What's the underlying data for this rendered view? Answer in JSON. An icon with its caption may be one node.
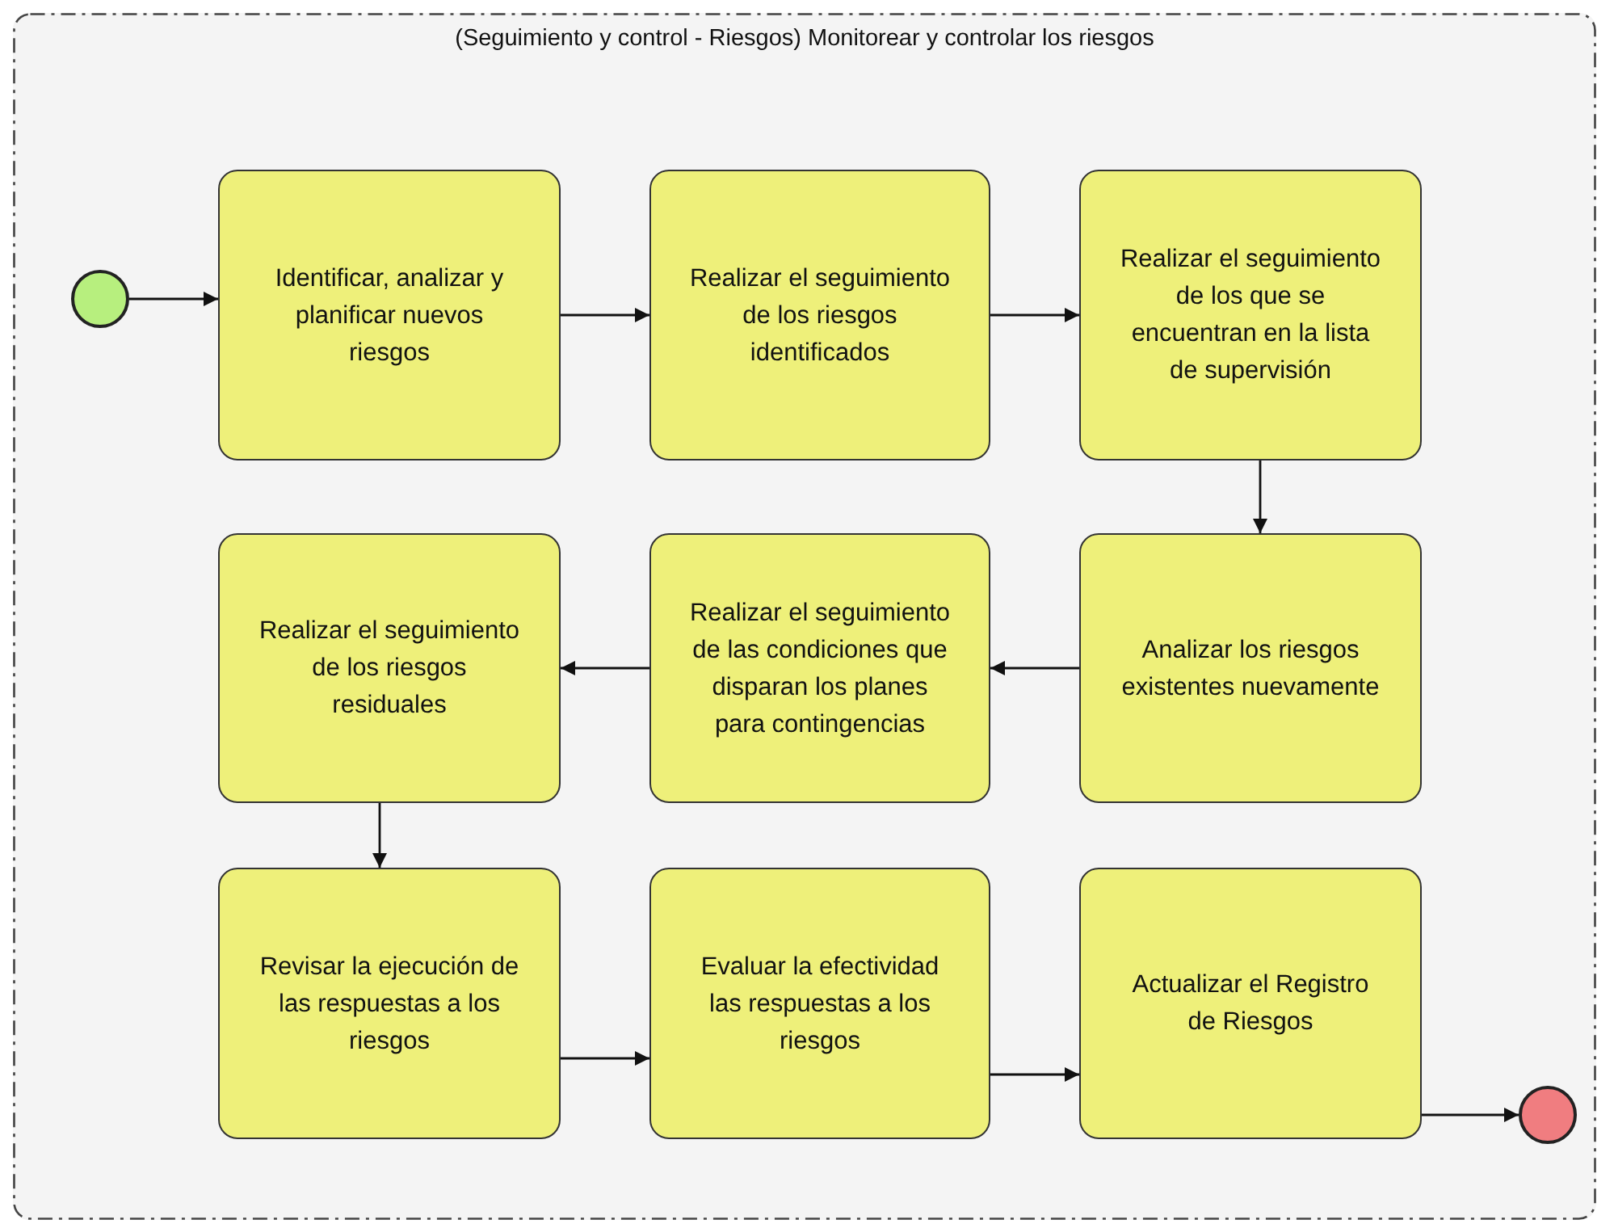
{
  "diagram": {
    "nodes": [
      {
        "text": [
          "(Seguimiento y control - Riesgos) Monitorear y controlar los riesgos"
        ]
      },
      {
        "text": [],
        "shape": "circle",
        "in": 0
      },
      {
        "text": [
          "Identificar, analizar y planificar nuevos riesgos"
        ],
        "in": 0
      },
      {
        "text": [
          "Realizar el seguimiento de los riesgos identificados"
        ],
        "in": 0
      },
      {
        "text": [
          "Realizar el seguimiento de los que se encuentran en la lista de supervisión"
        ],
        "in": 0
      },
      {
        "text": [
          "Realizar el seguimiento de los riesgos residuales"
        ],
        "in": 0
      },
      {
        "text": [
          "Realizar el seguimiento de las condiciones que disparan los planes para contingencias"
        ],
        "in": 0
      },
      {
        "text": [
          "Analizar los riesgos existentes nuevamente"
        ],
        "in": 0
      },
      {
        "text": [
          "Revisar la ejecución de las respuestas a los riesgos"
        ],
        "in": 0
      },
      {
        "text": [
          "Evaluar la efectividad las respuestas a los riesgos"
        ],
        "in": 0
      },
      {
        "text": [
          "Actualizar el Registro de Riesgos"
        ],
        "in": 0
      },
      {
        "text": [],
        "shape": "circle",
        "in": 0
      }
    ],
    "edges": [
      {
        "from": 1,
        "to": 2,
        "arrow": "to"
      },
      {
        "from": 2,
        "to": 3,
        "arrow": "to"
      },
      {
        "from": 3,
        "to": 4,
        "arrow": "to"
      },
      {
        "from": 4,
        "to": 7,
        "arrow": "to"
      },
      {
        "from": 7,
        "to": 6,
        "arrow": "to"
      },
      {
        "from": 6,
        "to": 5,
        "arrow": "to"
      },
      {
        "from": 5,
        "to": 8,
        "arrow": "to"
      },
      {
        "from": 8,
        "to": 9,
        "arrow": "to"
      },
      {
        "from": 9,
        "to": 10,
        "arrow": "to"
      },
      {
        "from": 10,
        "to": 11,
        "arrow": "to"
      }
    ]
  }
}
